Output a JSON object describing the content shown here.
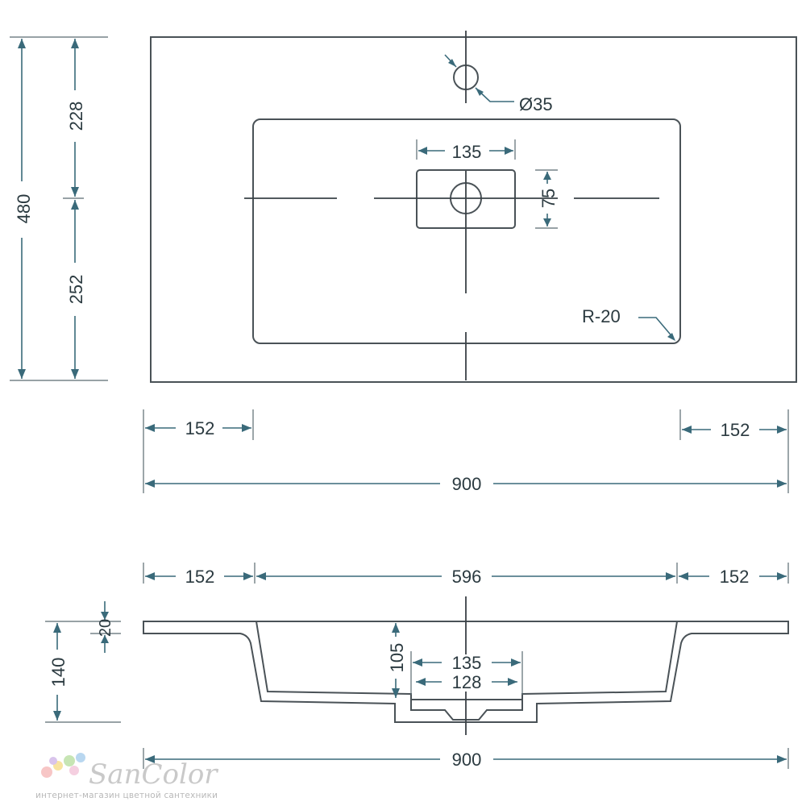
{
  "top_view": {
    "depth_total": "480",
    "depth_back": "228",
    "depth_front": "252",
    "tap_hole_diameter": "Ø35",
    "drain_recess_width": "135",
    "drain_recess_depth": "75",
    "corner_radius": "R-20"
  },
  "width_dims": {
    "left_ledge": "152",
    "right_ledge": "152",
    "total_width": "900"
  },
  "section_view": {
    "left_ledge": "152",
    "bowl_width": "596",
    "right_ledge": "152",
    "rim_thickness": "20",
    "total_height": "140",
    "bowl_depth": "105",
    "recess_outer": "135",
    "recess_inner": "128",
    "total_width": "900"
  },
  "brand": {
    "name": "SanColor",
    "tagline": "интернет-магазин цветной сантехники",
    "dot_colors": [
      "#f7c6c6",
      "#f8e3a0",
      "#c7e5b4",
      "#b9d7f0",
      "#d9c4ec",
      "#f5cfe0"
    ]
  }
}
